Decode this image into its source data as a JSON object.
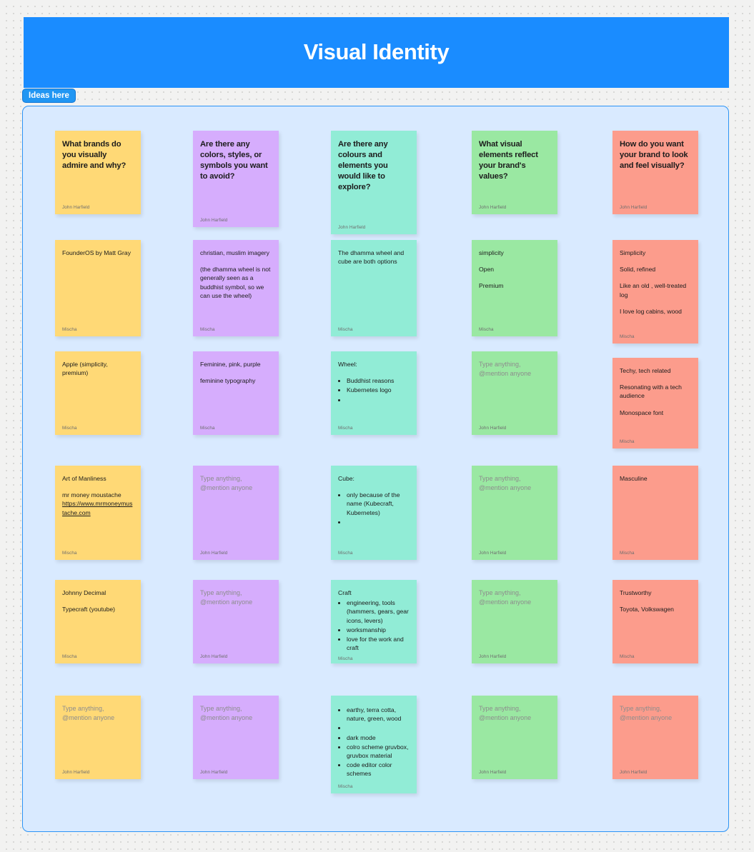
{
  "banner": {
    "title": "Visual Identity"
  },
  "frame": {
    "label": "Ideas here"
  },
  "authors": {
    "john": "John Harfield",
    "mischa": "Mischa"
  },
  "placeholder_text": "Type anything, @mention anyone",
  "colors": {
    "banner": "#1a8cff",
    "board_bg": "#d9eaff",
    "board_border": "#2b93f5",
    "page_bg": "#f2f2f1",
    "yellow": "#ffd976",
    "purple": "#d6adfd",
    "teal": "#91ecd6",
    "green": "#9ae8a2",
    "salmon": "#fc9c8c"
  },
  "columns": [
    {
      "color": "yellow",
      "notes": [
        {
          "type": "header",
          "text": "What brands do you visually admire and why?",
          "author": "John Harfield"
        },
        {
          "type": "text",
          "lines": [
            "FounderOS by Matt Gray"
          ],
          "author": "Mischa"
        },
        {
          "type": "text",
          "lines": [
            "Apple (simplicity, premium)"
          ],
          "author": "Mischa"
        },
        {
          "type": "link",
          "lines": [
            "Art of Manliness",
            "mr money moustache"
          ],
          "link": "https://www.mrmoneymustache.com",
          "author": "Mischa"
        },
        {
          "type": "text",
          "lines": [
            "Johnny Decimal",
            "Typecraft (youtube)"
          ],
          "author": "Mischa"
        },
        {
          "type": "placeholder",
          "text": "Type anything, @mention anyone",
          "author": "John Harfield"
        }
      ]
    },
    {
      "color": "purple",
      "notes": [
        {
          "type": "header",
          "text": "Are there any colors, styles, or symbols you want to avoid?",
          "author": "John Harfield"
        },
        {
          "type": "text",
          "lines": [
            "christian, muslim imagery",
            "(the dhamma wheel is not generally seen as a buddhist symbol, so we can use the wheel)"
          ],
          "author": "Mischa"
        },
        {
          "type": "text",
          "lines": [
            "Feminine, pink, purple",
            "feminine typography"
          ],
          "author": "Mischa"
        },
        {
          "type": "placeholder",
          "text": "Type anything, @mention anyone",
          "author": "John Harfield"
        },
        {
          "type": "placeholder",
          "text": "Type anything, @mention anyone",
          "author": "John Harfield"
        },
        {
          "type": "placeholder",
          "text": "Type anything, @mention anyone",
          "author": "John Harfield"
        }
      ]
    },
    {
      "color": "teal",
      "notes": [
        {
          "type": "header",
          "text": "Are there any colours and elements you would like to explore?",
          "author": "John Harfield"
        },
        {
          "type": "text",
          "lines": [
            "The dhamma wheel  and cube are both options"
          ],
          "author": "Mischa"
        },
        {
          "type": "list",
          "title": "Wheel:",
          "items": [
            "Buddhist reasons",
            "Kubernetes logo",
            ""
          ],
          "author": "Mischa"
        },
        {
          "type": "list",
          "title": "Cube:",
          "items": [
            "only because of the name (Kubecraft, Kubernetes)",
            ""
          ],
          "author": "Mischa"
        },
        {
          "type": "list-tight",
          "title": "Craft",
          "items": [
            "engineering, tools (hammers, gears, gear icons, levers)",
            "worksmanship",
            "love for the work and craft"
          ],
          "author": "Mischa"
        },
        {
          "type": "list-tight",
          "title": "",
          "items": [
            "earthy, terra cotta, nature, green, wood",
            "",
            "dark mode",
            "colro scheme gruvbox, gruvbox material",
            "code editor color schemes"
          ],
          "author": "Mischa"
        }
      ]
    },
    {
      "color": "green",
      "notes": [
        {
          "type": "header",
          "text": "What visual elements reflect your brand's values?",
          "author": "John Harfield"
        },
        {
          "type": "text",
          "lines": [
            "simplicity",
            "Open",
            "Premium"
          ],
          "author": "Mischa"
        },
        {
          "type": "placeholder",
          "text": "Type anything, @mention anyone",
          "author": "John Harfield"
        },
        {
          "type": "placeholder",
          "text": "Type anything, @mention anyone",
          "author": "John Harfield"
        },
        {
          "type": "placeholder",
          "text": "Type anything, @mention anyone",
          "author": "John Harfield"
        },
        {
          "type": "placeholder",
          "text": "Type anything, @mention anyone",
          "author": "John Harfield"
        }
      ]
    },
    {
      "color": "salmon",
      "notes": [
        {
          "type": "header",
          "text": "How do you want your brand to look and feel visually?",
          "author": "John Harfield"
        },
        {
          "type": "text",
          "lines": [
            "Simplicity",
            "Solid, refined",
            "Like an old , well-treated log",
            "I love log cabins, wood"
          ],
          "author": "Mischa"
        },
        {
          "type": "text",
          "lines": [
            "Techy, tech related",
            "Resonating with a tech audience",
            "Monospace font"
          ],
          "author": "Mischa"
        },
        {
          "type": "text",
          "lines": [
            "Masculine"
          ],
          "author": "Mischa"
        },
        {
          "type": "text",
          "lines": [
            "Trustworthy",
            "Toyota, Volkswagen"
          ],
          "author": "Mischa"
        },
        {
          "type": "placeholder",
          "text": "Type anything, @mention anyone",
          "author": "John Harfield"
        }
      ]
    }
  ],
  "layout": {
    "column_x": [
      45,
      238,
      431,
      628,
      825
    ],
    "note_geometry": [
      [
        {
          "t": 34,
          "h": 117
        },
        {
          "t": 187,
          "h": 135
        },
        {
          "t": 343,
          "h": 117
        },
        {
          "t": 503,
          "h": 132
        },
        {
          "t": 663,
          "h": 117
        },
        {
          "t": 825,
          "h": 117
        }
      ],
      [
        {
          "t": 34,
          "h": 135
        },
        {
          "t": 187,
          "h": 135
        },
        {
          "t": 343,
          "h": 117
        },
        {
          "t": 503,
          "h": 132
        },
        {
          "t": 663,
          "h": 117
        },
        {
          "t": 825,
          "h": 117
        }
      ],
      [
        {
          "t": 34,
          "h": 145
        },
        {
          "t": 187,
          "h": 135
        },
        {
          "t": 343,
          "h": 117
        },
        {
          "t": 503,
          "h": 132
        },
        {
          "t": 663,
          "h": 117
        },
        {
          "t": 825,
          "h": 137
        }
      ],
      [
        {
          "t": 34,
          "h": 117
        },
        {
          "t": 187,
          "h": 135
        },
        {
          "t": 343,
          "h": 117
        },
        {
          "t": 503,
          "h": 132
        },
        {
          "t": 663,
          "h": 117
        },
        {
          "t": 825,
          "h": 117
        }
      ],
      [
        {
          "t": 34,
          "h": 117
        },
        {
          "t": 187,
          "h": 145
        },
        {
          "t": 352,
          "h": 127
        },
        {
          "t": 503,
          "h": 132
        },
        {
          "t": 663,
          "h": 117
        },
        {
          "t": 825,
          "h": 117
        }
      ]
    ]
  }
}
